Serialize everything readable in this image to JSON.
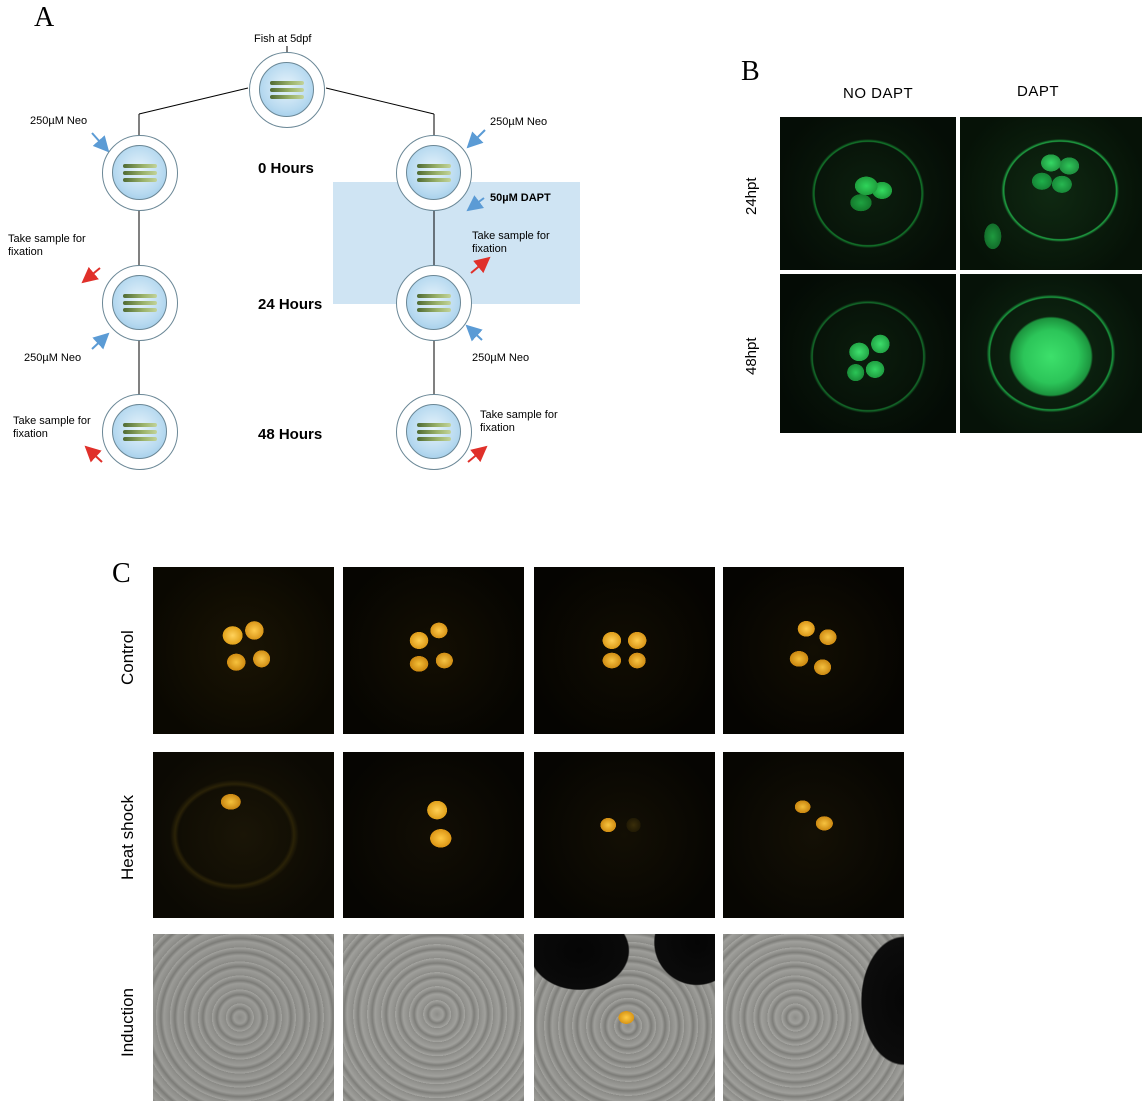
{
  "panel_a": {
    "letter": "A",
    "top_label": "Fish at 5dpf",
    "hours": [
      "0 Hours",
      "24 Hours",
      "48 Hours"
    ],
    "left_labels": {
      "neo_top": "250µM Neo",
      "sample_mid": "Take sample for fixation",
      "neo_mid": "250µM Neo",
      "sample_bottom": "Take sample for fixation"
    },
    "right_labels": {
      "neo_top": "250µM Neo",
      "dapt": "50µM DAPT",
      "sample_mid": "Take sample for fixation",
      "neo_mid": "250µM Neo",
      "sample_bottom": "Take sample for fixation"
    },
    "colors": {
      "blue_arrow": "#5b9bd5",
      "red_arrow": "#e0302a",
      "dapt_box": "#cfe4f3"
    }
  },
  "panel_b": {
    "letter": "B",
    "columns": [
      "NO DAPT",
      "DAPT"
    ],
    "rows": [
      "24hpt",
      "48hpt"
    ]
  },
  "panel_c": {
    "letter": "C",
    "rows": [
      "Control",
      "Heat shock",
      "Induction"
    ]
  }
}
